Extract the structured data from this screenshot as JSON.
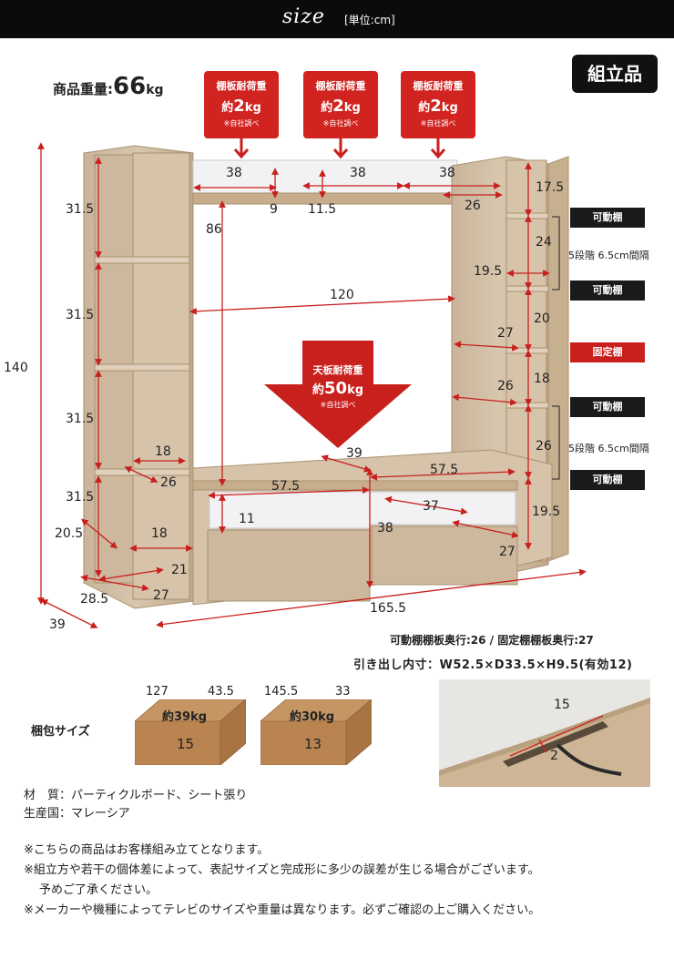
{
  "header": {
    "title": "size",
    "unit": "[単位:cm]"
  },
  "weight": {
    "label": "商品重量:",
    "value": "66",
    "unit": "kg"
  },
  "badge": "組立品",
  "load_boxes": [
    {
      "line1": "棚板耐荷重",
      "prefix": "約",
      "value": "2",
      "unit": "kg",
      "note": "※自社調べ"
    },
    {
      "line1": "棚板耐荷重",
      "prefix": "約",
      "value": "2",
      "unit": "kg",
      "note": "※自社調べ"
    },
    {
      "line1": "棚板耐荷重",
      "prefix": "約",
      "value": "2",
      "unit": "kg",
      "note": "※自社調べ"
    }
  ],
  "top_load": {
    "line1": "天板耐荷重",
    "prefix": "約",
    "value": "50",
    "unit": "kg",
    "note": "※自社調べ"
  },
  "tags": {
    "movable": "可動棚",
    "fixed": "固定棚",
    "step": "5段階 6.5cm間隔"
  },
  "dims": {
    "height": "140",
    "depth": "39",
    "width": "165.5",
    "inner_width": "120",
    "gap_height": "86",
    "bridge_w1": "38",
    "bridge_w2": "38",
    "bridge_w3": "38",
    "bridge_h": "9",
    "bridge_h2": "11.5",
    "bridge_d": "26",
    "left_s1": "31.5",
    "left_s2": "31.5",
    "left_s3": "31.5",
    "left_s4": "31.5",
    "left_base": "20.5",
    "left_w1": "18",
    "left_d1": "26",
    "left_w2": "18",
    "left_d2": "21",
    "left_bw": "28.5",
    "left_bd": "27",
    "right_r1": "17.5",
    "right_r2": "24",
    "right_r3": "19.5",
    "right_r4": "20",
    "right_d1": "27",
    "right_r5": "18",
    "right_d2": "26",
    "right_r6": "26",
    "right_r7": "19.5",
    "right_d3": "27",
    "base_d": "39",
    "base_w1": "57.5",
    "base_w2": "57.5",
    "base_h1": "11",
    "base_d2": "37",
    "base_h2": "38"
  },
  "depth_notes": {
    "line1": "可動棚棚板奥行:26 / 固定棚棚板奥行:27",
    "line2": "引き出し内寸：W52.5×D33.5×H9.5(有効12)"
  },
  "packing": {
    "label": "梱包サイズ",
    "boxes": [
      {
        "w": "127",
        "d": "43.5",
        "weight": "約39kg",
        "h": "15"
      },
      {
        "w": "145.5",
        "d": "33",
        "weight": "約30kg",
        "h": "13"
      }
    ]
  },
  "photo": {
    "hole_w": "15",
    "hole_d": "2"
  },
  "specs": [
    {
      "label": "材　質：",
      "value": "パーティクルボード、シート張り"
    },
    {
      "label": "生産国：",
      "value": "マレーシア"
    }
  ],
  "notes": [
    "※こちらの商品はお客様組み立てとなります。",
    "※組立方や若干の個体差によって、表記サイズと完成形に多少の誤差が生じる場合がございます。",
    "予めご了承ください。",
    "※メーカーや機種によってテレビのサイズや重量は異なります。必ずご確認の上ご購入ください。"
  ],
  "colors": {
    "accent": "#d1231f",
    "wood": "#c9b49a",
    "dark": "#111111"
  }
}
